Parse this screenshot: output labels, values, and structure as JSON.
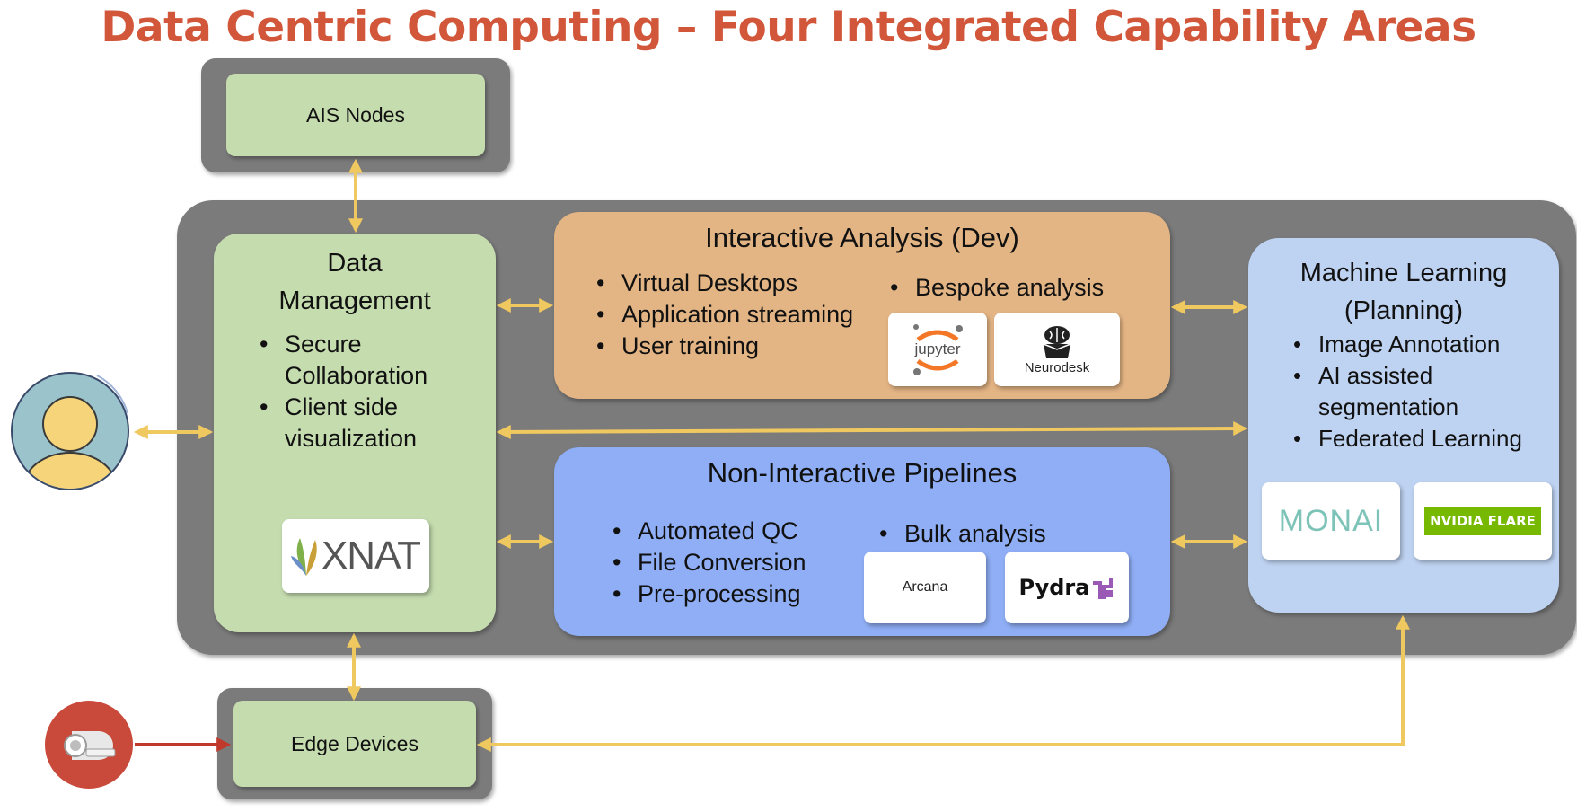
{
  "title": "Data Centric Computing – Four Integrated Capability Areas",
  "ais_nodes": "AIS Nodes",
  "edge_devices": "Edge Devices",
  "data_management": {
    "title_line1": "Data",
    "title_line2": "Management",
    "bullets": [
      "Secure Collaboration",
      "Client side visualization"
    ],
    "logo": "XNAT"
  },
  "interactive": {
    "title": "Interactive Analysis (Dev)",
    "bullets_left": [
      "Virtual Desktops",
      "Application streaming",
      "User training"
    ],
    "bullets_right": [
      "Bespoke analysis"
    ],
    "logos": [
      "jupyter",
      "Neurodesk"
    ]
  },
  "pipelines": {
    "title": "Non-Interactive Pipelines",
    "bullets_left": [
      "Automated QC",
      "File Conversion",
      "Pre-processing"
    ],
    "bullets_right": [
      "Bulk analysis"
    ],
    "logos": [
      "Arcana",
      "Pydra"
    ]
  },
  "machine_learning": {
    "title_line1": "Machine Learning",
    "title_line2": "(Planning)",
    "bullets": [
      "Image Annotation",
      "AI assisted segmentation",
      "Federated Learning"
    ],
    "logos": [
      "MONAI",
      "NVIDIA FLARE"
    ]
  },
  "icons": {
    "user": "user-icon",
    "scanner": "scanner-icon"
  },
  "colors": {
    "title": "#d2573a",
    "connector": "#f0c860",
    "scanner_arrow": "#c0392b",
    "dark_container": "#7b7b7b",
    "green": "#c5dcaf",
    "orange": "#e3b484",
    "blue": "#8faef5",
    "light_blue": "#bed2f1"
  }
}
